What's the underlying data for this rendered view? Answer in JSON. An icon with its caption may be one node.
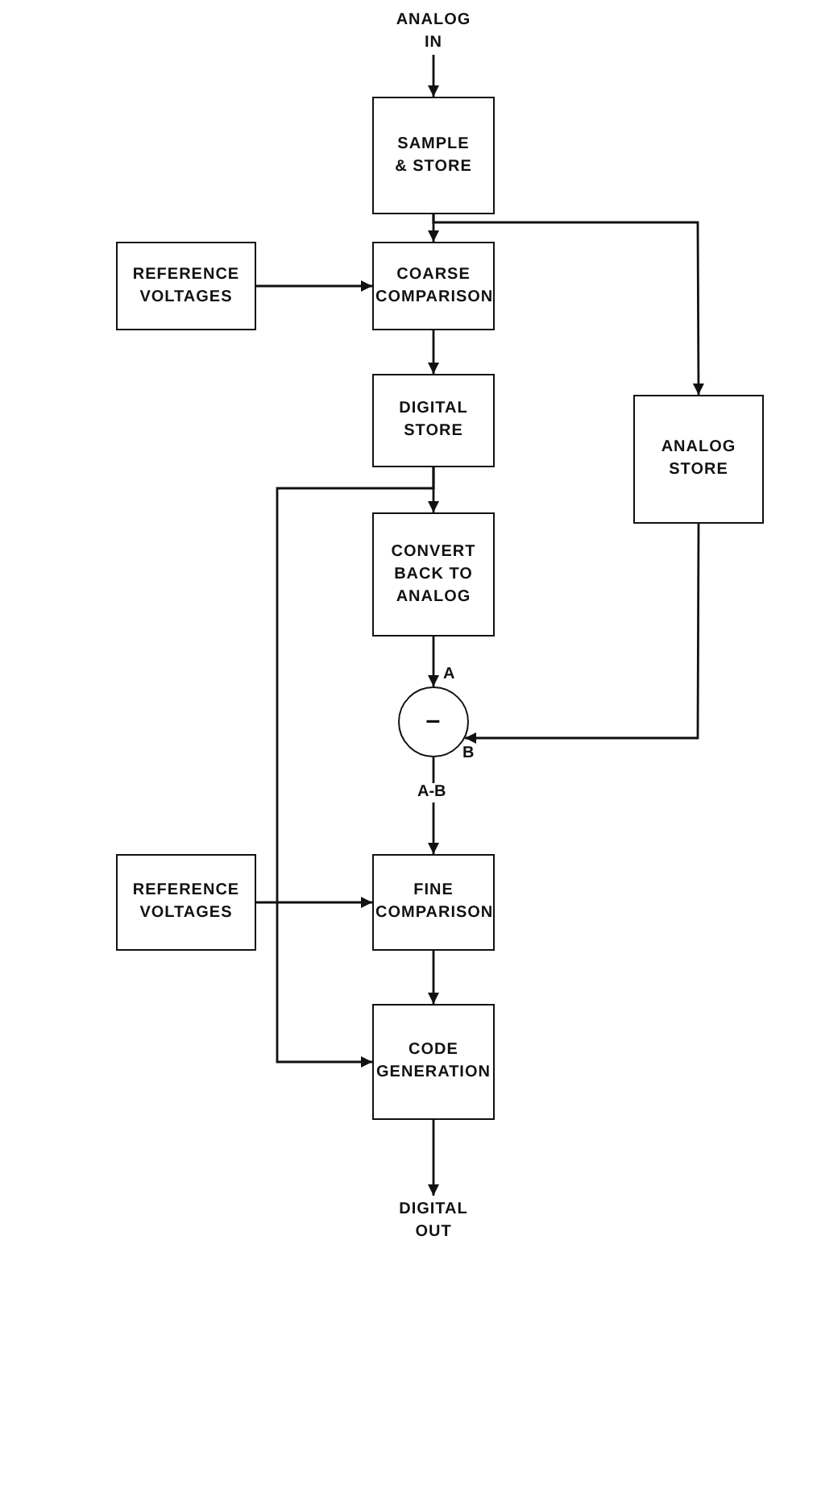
{
  "diagram": {
    "nodes": [
      {
        "text": [
          "ANALOG IN"
        ]
      },
      {
        "text": [
          "SAMPLE & STORE"
        ]
      },
      {
        "text": [
          "REFERENCE VOLTAGES"
        ]
      },
      {
        "text": [
          "COARSE COMPARISON"
        ]
      },
      {
        "text": [
          "ANALOG STORE"
        ]
      },
      {
        "text": [
          "DIGITAL STORE"
        ]
      },
      {
        "text": [
          "CONVERT BACK TO ANALOG"
        ]
      },
      {
        "text": [
          "–"
        ]
      },
      {
        "text": [
          "REFERENCE VOLTAGES"
        ]
      },
      {
        "text": [
          "FINE COMPARISON"
        ]
      },
      {
        "text": [
          "CODE GENERATION"
        ]
      },
      {
        "text": [
          "DIGITAL OUT"
        ]
      }
    ],
    "edges": [
      {
        "from": 0,
        "to": 1,
        "arrow": "to"
      },
      {
        "from": 1,
        "to": 3,
        "arrow": "to"
      },
      {
        "from": 1,
        "to": 4,
        "arrow": "to"
      },
      {
        "from": 2,
        "to": 3,
        "arrow": "to"
      },
      {
        "from": 3,
        "to": 5,
        "arrow": "to"
      },
      {
        "from": 5,
        "to": 6,
        "arrow": "to"
      },
      {
        "from": 5,
        "to": 10,
        "arrow": "to"
      },
      {
        "from": 6,
        "to": 7,
        "arrow": "to",
        "label": "A"
      },
      {
        "from": 4,
        "to": 7,
        "arrow": "to",
        "label": "B"
      },
      {
        "from": 7,
        "to": 9,
        "arrow": "to",
        "label": "A-B"
      },
      {
        "from": 8,
        "to": 9,
        "arrow": "to"
      },
      {
        "from": 9,
        "to": 10,
        "arrow": "to"
      },
      {
        "from": 10,
        "to": 11,
        "arrow": "to"
      }
    ]
  }
}
